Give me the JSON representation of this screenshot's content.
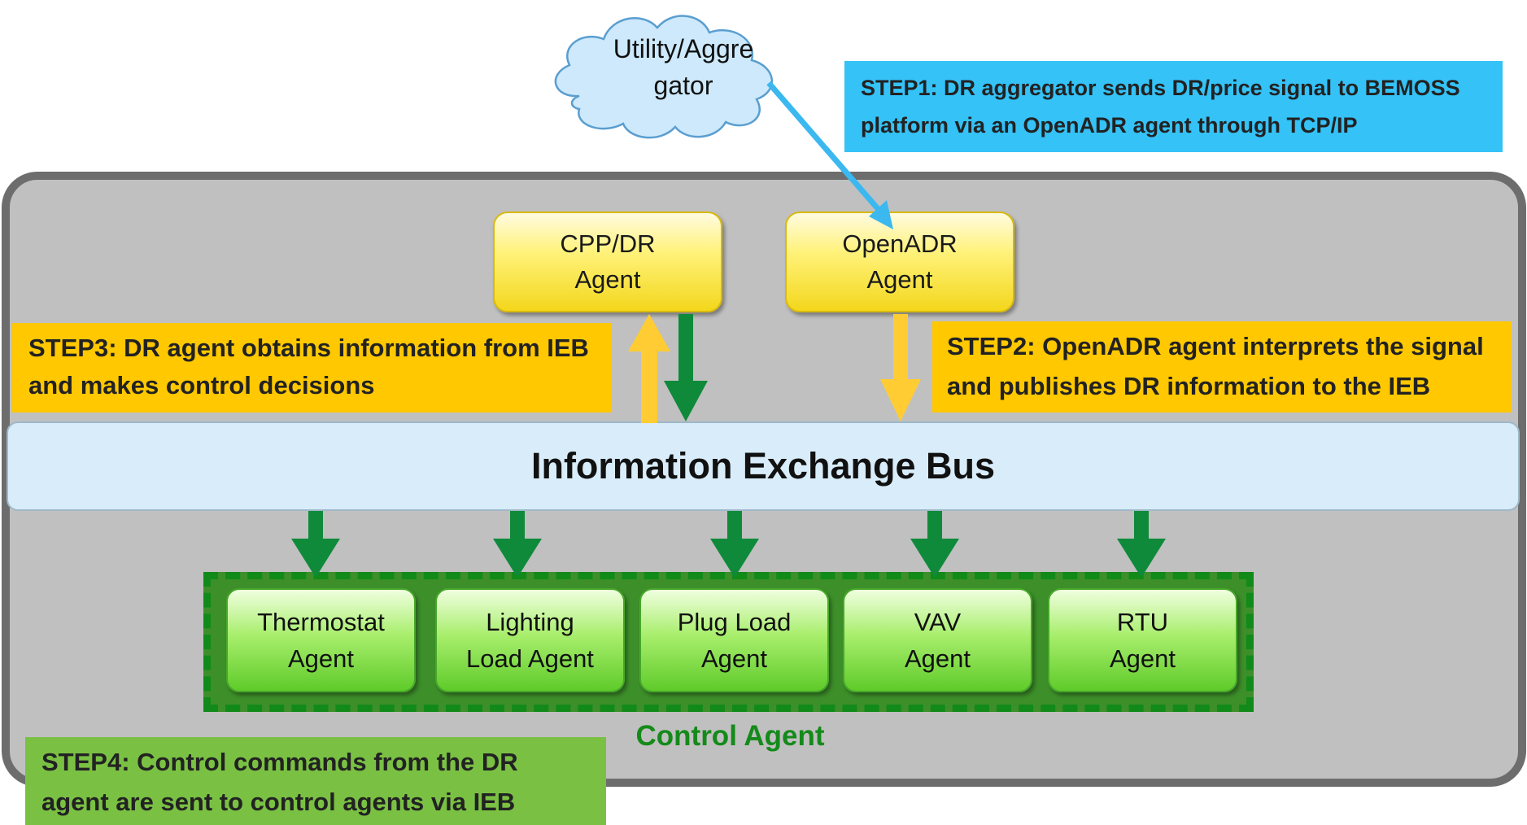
{
  "cloud": {
    "label": "Utility/Aggre\ngator"
  },
  "steps": {
    "step1": "STEP1: DR aggregator sends DR/price signal to BEMOSS platform via an OpenADR agent through TCP/IP",
    "step2": "STEP2: OpenADR agent interprets the signal and publishes DR information to the IEB",
    "step3": "STEP3: DR agent obtains information from IEB and makes control decisions",
    "step4": "STEP4: Control commands from the DR agent are sent to control agents via IEB"
  },
  "agents": {
    "cpp_dr": "CPP/DR\nAgent",
    "openadr": "OpenADR\nAgent"
  },
  "bus": {
    "label": "Information Exchange Bus"
  },
  "control_group": {
    "label": "Control Agent",
    "agents": [
      "Thermostat\nAgent",
      "Lighting\nLoad Agent",
      "Plug Load\nAgent",
      "VAV\nAgent",
      "RTU\nAgent"
    ]
  },
  "colors": {
    "platform": "#c0c0c0",
    "platform_border": "#6d6d6d",
    "step1": "#34c2f7",
    "step_yellow": "#ffc800",
    "step4": "#7ac143",
    "bus": "#d8ecf9",
    "arrow_green": "#0f8a3a",
    "arrow_yellow": "#ffcc33",
    "arrow_blue": "#3bb8f0",
    "cloud": "#cde9fb"
  }
}
